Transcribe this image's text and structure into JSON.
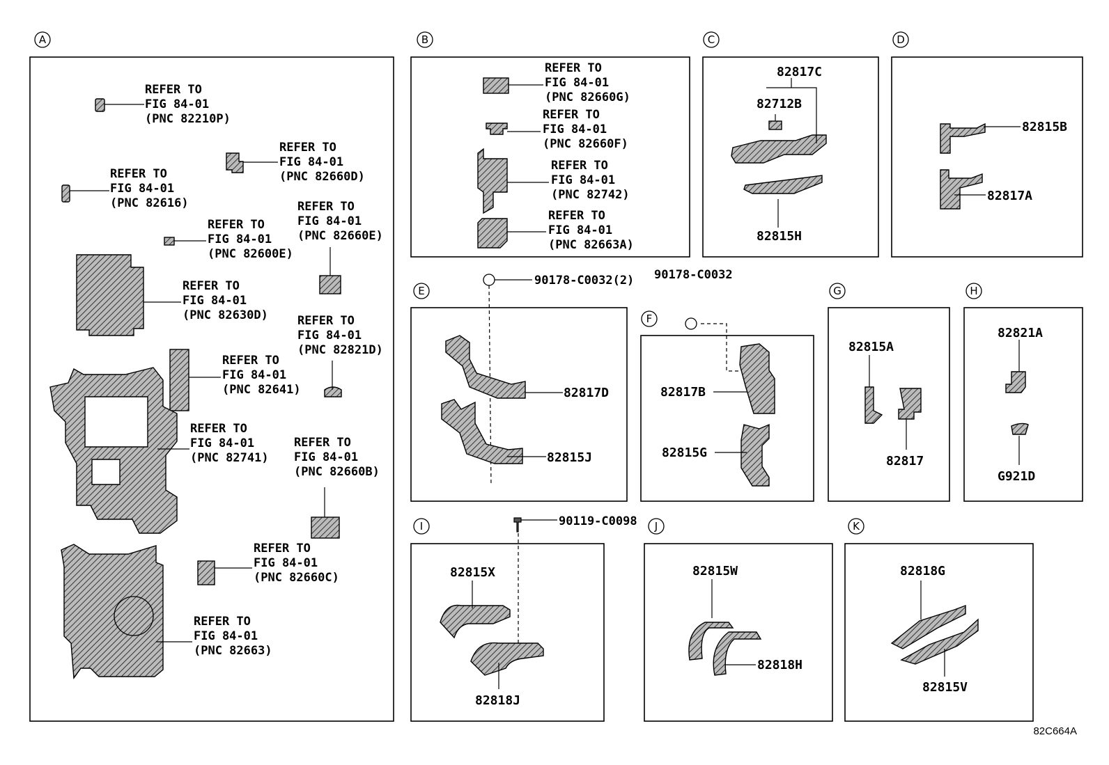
{
  "figure_code": "82C664A",
  "sections": {
    "A": {
      "letter": "A",
      "callouts": [
        {
          "l1": "REFER TO",
          "l2": "FIG 84-01",
          "l3": "(PNC 82210P)"
        },
        {
          "l1": "REFER TO",
          "l2": "FIG 84-01",
          "l3": "(PNC 82660D)"
        },
        {
          "l1": "REFER TO",
          "l2": "FIG 84-01",
          "l3": "(PNC 82616)"
        },
        {
          "l1": "REFER TO",
          "l2": "FIG 84-01",
          "l3": "(PNC 82660E)"
        },
        {
          "l1": "REFER TO",
          "l2": "FIG 84-01",
          "l3": "(PNC 82600E)"
        },
        {
          "l1": "REFER TO",
          "l2": "FIG 84-01",
          "l3": "(PNC 82630D)"
        },
        {
          "l1": "REFER TO",
          "l2": "FIG 84-01",
          "l3": "(PNC 82821D)"
        },
        {
          "l1": "REFER TO",
          "l2": "FIG 84-01",
          "l3": "(PNC 82641)"
        },
        {
          "l1": "REFER TO",
          "l2": "FIG 84-01",
          "l3": "(PNC 82741)"
        },
        {
          "l1": "REFER TO",
          "l2": "FIG 84-01",
          "l3": "(PNC 82660B)"
        },
        {
          "l1": "REFER TO",
          "l2": "FIG 84-01",
          "l3": "(PNC 82660C)"
        },
        {
          "l1": "REFER TO",
          "l2": "FIG 84-01",
          "l3": "(PNC 82663)"
        }
      ]
    },
    "B": {
      "letter": "B",
      "callouts": [
        {
          "l1": "REFER TO",
          "l2": "FIG 84-01",
          "l3": "(PNC 82660G)"
        },
        {
          "l1": "REFER TO",
          "l2": "FIG 84-01",
          "l3": "(PNC 82660F)"
        },
        {
          "l1": "REFER TO",
          "l2": "FIG 84-01",
          "l3": "(PNC 82742)"
        },
        {
          "l1": "REFER TO",
          "l2": "FIG 84-01",
          "l3": "(PNC 82663A)"
        }
      ]
    },
    "C": {
      "letter": "C",
      "parts": [
        "82817C",
        "82712B",
        "82815H"
      ]
    },
    "D": {
      "letter": "D",
      "parts": [
        "82815B",
        "82817A"
      ]
    },
    "E": {
      "letter": "E",
      "fastener": "90178-C0032(2)",
      "parts": [
        "82817D",
        "82815J"
      ]
    },
    "F": {
      "letter": "F",
      "fastener": "90178-C0032",
      "parts": [
        "82817B",
        "82815G"
      ]
    },
    "G": {
      "letter": "G",
      "parts": [
        "82815A",
        "82817"
      ]
    },
    "H": {
      "letter": "H",
      "parts": [
        "82821A",
        "G921D"
      ]
    },
    "I": {
      "letter": "I",
      "fastener": "90119-C0098",
      "parts": [
        "82815X",
        "82818J"
      ]
    },
    "J": {
      "letter": "J",
      "parts": [
        "82815W",
        "82818H"
      ]
    },
    "K": {
      "letter": "K",
      "parts": [
        "82818G",
        "82815V"
      ]
    }
  }
}
